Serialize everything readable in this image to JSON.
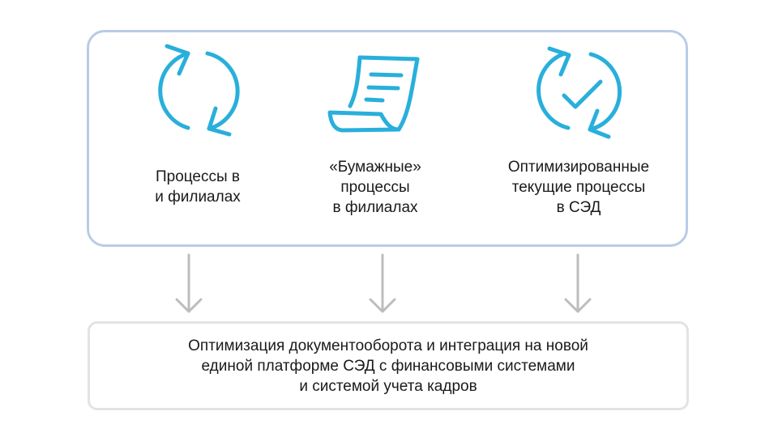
{
  "colors": {
    "icon": "#29afdb",
    "top_border": "#b9cbe6",
    "bottom_border": "#e3e3e3",
    "arrow": "#bdbdbd"
  },
  "columns": [
    {
      "icon": "refresh-icon",
      "lines": [
        "Процессы в",
        "и филиалах"
      ]
    },
    {
      "icon": "paper-scroll-icon",
      "lines": [
        "«Бумажные»",
        "процессы",
        "в филиалах"
      ]
    },
    {
      "icon": "refresh-check-icon",
      "lines": [
        "Оптимизированные",
        "текущие процессы",
        "в СЭД"
      ]
    }
  ],
  "result": {
    "lines": [
      "Оптимизация документооборота и интеграция на новой",
      "единой платформе СЭД с финансовыми системами",
      "и системой учета кадров"
    ]
  }
}
